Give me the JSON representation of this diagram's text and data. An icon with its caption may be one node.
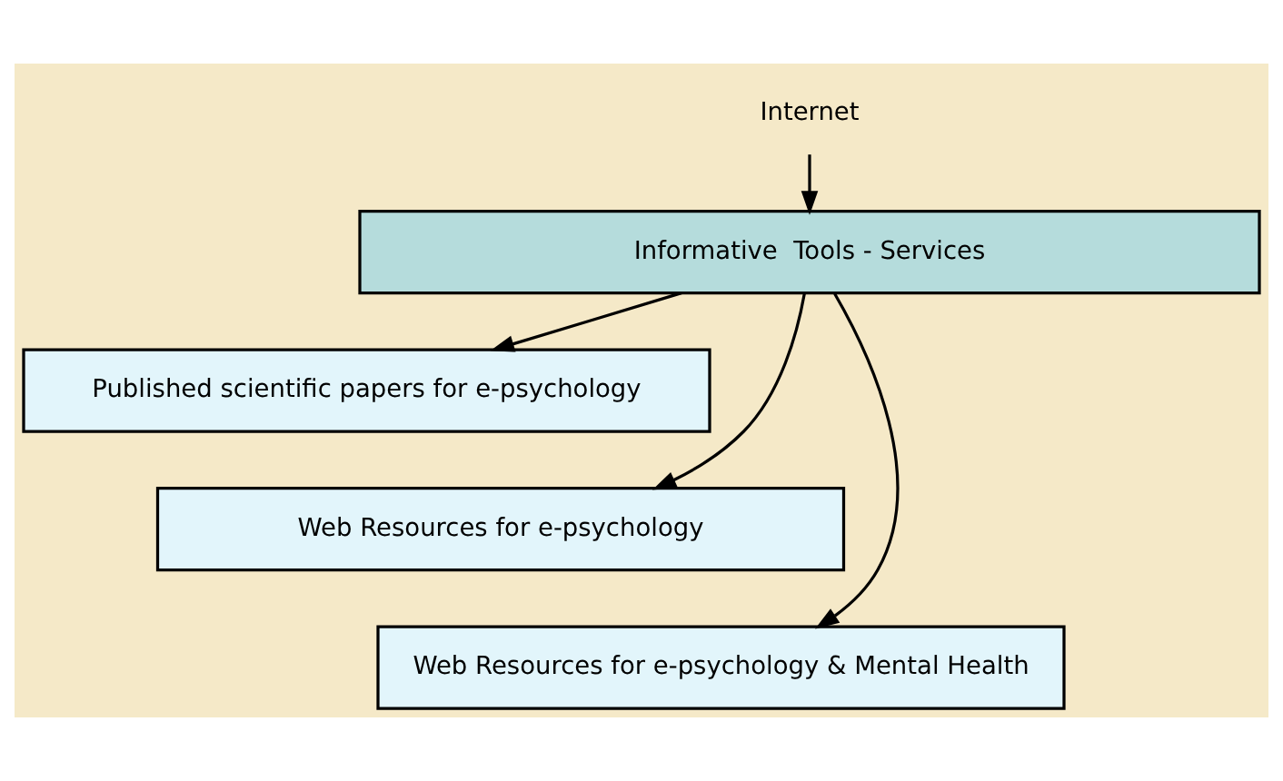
{
  "diagram": {
    "nodes": [
      {
        "text": [
          "Internet"
        ]
      },
      {
        "text": [
          "Informative  Tools - Services"
        ]
      },
      {
        "text": [
          "Published scientific papers for e-psychology"
        ]
      },
      {
        "text": [
          "Web Resources for e-psychology"
        ]
      },
      {
        "text": [
          "Web Resources for e-psychology & Mental Health"
        ]
      }
    ],
    "edges": [
      {
        "from": 0,
        "to": 1,
        "arrow": "to"
      },
      {
        "from": 1,
        "to": 2,
        "arrow": "to"
      },
      {
        "from": 1,
        "to": 3,
        "arrow": "to"
      },
      {
        "from": 1,
        "to": 4,
        "arrow": "to"
      }
    ]
  }
}
